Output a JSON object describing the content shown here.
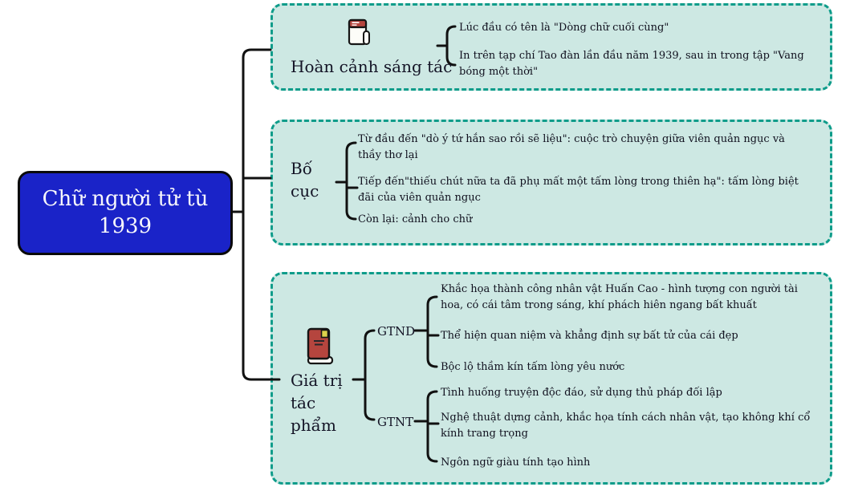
{
  "root": {
    "label": "Chữ người tử tù 1939"
  },
  "branches": [
    {
      "label": "Hoàn cảnh sáng tác",
      "icon": "notepad-icon",
      "leaves": [
        "Lúc đầu có tên là \"Dòng chữ cuối cùng\"",
        "In trên tạp chí Tao đàn lần đầu năm 1939, sau in trong tập \"Vang bóng một thời\""
      ]
    },
    {
      "label": "Bố cục",
      "leaves": [
        "Từ đầu đến \"dò ý tứ hắn sao rồi sẽ liệu\": cuộc trò chuyện giữa viên quản ngục và thầy thơ lại",
        "Tiếp đến\"thiếu chút nữa ta đã phụ mất một tấm lòng trong thiên hạ\": tấm lòng biệt đãi của viên quản ngục",
        "Còn lại: cảnh cho chữ"
      ]
    },
    {
      "label": "Giá trị tác phẩm",
      "icon": "book-icon",
      "children": [
        {
          "label": "GTND",
          "leaves": [
            "Khắc họa thành công nhân vật Huấn Cao - hình tượng con người tài hoa, có cái tâm trong sáng, khí phách hiên ngang bất khuất",
            "Thể hiện quan niệm và khẳng định sự bất tử của cái đẹp",
            "Bộc lộ thầm kín tấm lòng yêu nước"
          ]
        },
        {
          "label": "GTNT",
          "leaves": [
            "Tình huống truyện độc đáo, sử dụng thủ pháp đối lập",
            "Nghệ thuật dựng cảnh, khắc họa tính cách nhân vật, tạo không khí cổ kính trang trọng",
            "Ngôn ngữ giàu tính tạo hình"
          ]
        }
      ]
    }
  ],
  "colors": {
    "root_bg": "#1a23c8",
    "box_bg": "#cde8e3",
    "box_border": "#0e9c8a",
    "line": "#111111",
    "icon_red": "#b5453e",
    "bookmark_yellow": "#ddd24b"
  }
}
